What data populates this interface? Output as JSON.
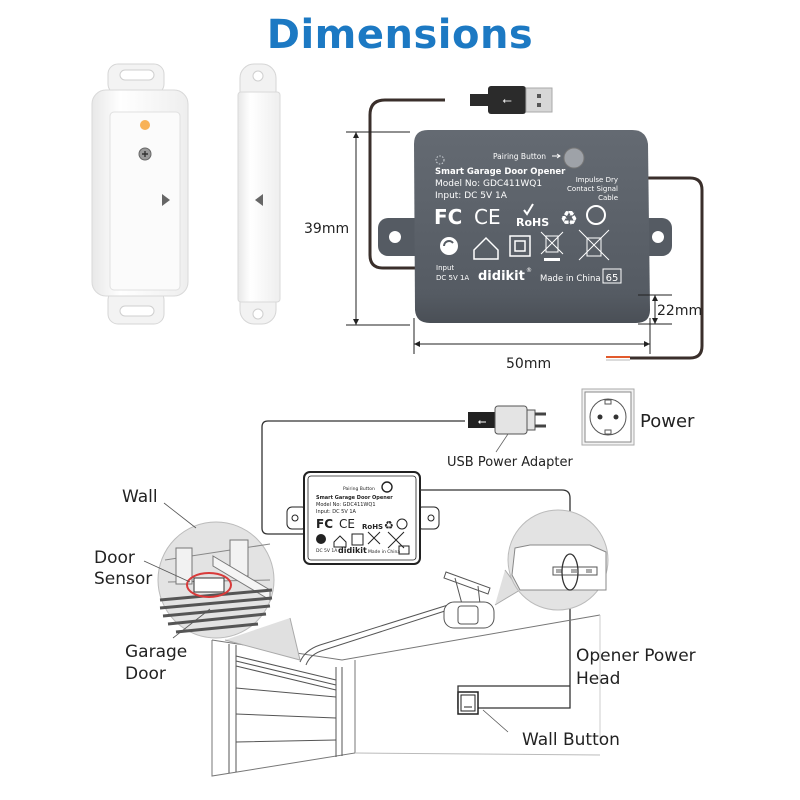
{
  "header": {
    "title": "Dimensions"
  },
  "colors": {
    "title": "#1c79c3",
    "device_body": "#555b63",
    "device_text": "#ffffff",
    "sensor_led": "#f7a43a",
    "highlight_ring": "#d83a3a",
    "cable": "#3a2f2b"
  },
  "dimensions": {
    "height_label": "39mm",
    "width_label": "50mm",
    "depth_label": "22mm"
  },
  "device": {
    "pairing_label": "Pairing Button",
    "product_name": "Smart Garage Door Opener",
    "model": "Model No: GDC411WQ1",
    "input": "Input: DC 5V 1A",
    "cable_label_1": "Impulse Dry",
    "cable_label_2": "Contact Signal",
    "cable_label_3": "Cable",
    "input_small_1": "Input",
    "input_small_2": "DC 5V 1A",
    "brand": "didikit",
    "brand_mark": "®",
    "made_in": "Made in China",
    "ip_rating": "65",
    "cert_fc": "FC",
    "cert_ce": "CE",
    "cert_rohs": "RoHS",
    "icons": [
      "pairing-led-icon",
      "fcc-icon",
      "ce-icon",
      "rohs-icon",
      "recycle-icon",
      "tidyman-icon",
      "green-dot-icon",
      "indoor-use-icon",
      "double-insulation-icon",
      "weee-bin-icon",
      "weee-bin-crossed-icon"
    ]
  },
  "installation": {
    "usb_adapter_label": "USB Power Adapter",
    "power_label": "Power",
    "wall_label": "Wall",
    "door_sensor_label_1": "Door",
    "door_sensor_label_2": "Sensor",
    "garage_door_label_1": "Garage",
    "garage_door_label_2": "Door",
    "opener_label_1": "Opener Power",
    "opener_label_2": "Head",
    "wall_button_label": "Wall Button"
  }
}
